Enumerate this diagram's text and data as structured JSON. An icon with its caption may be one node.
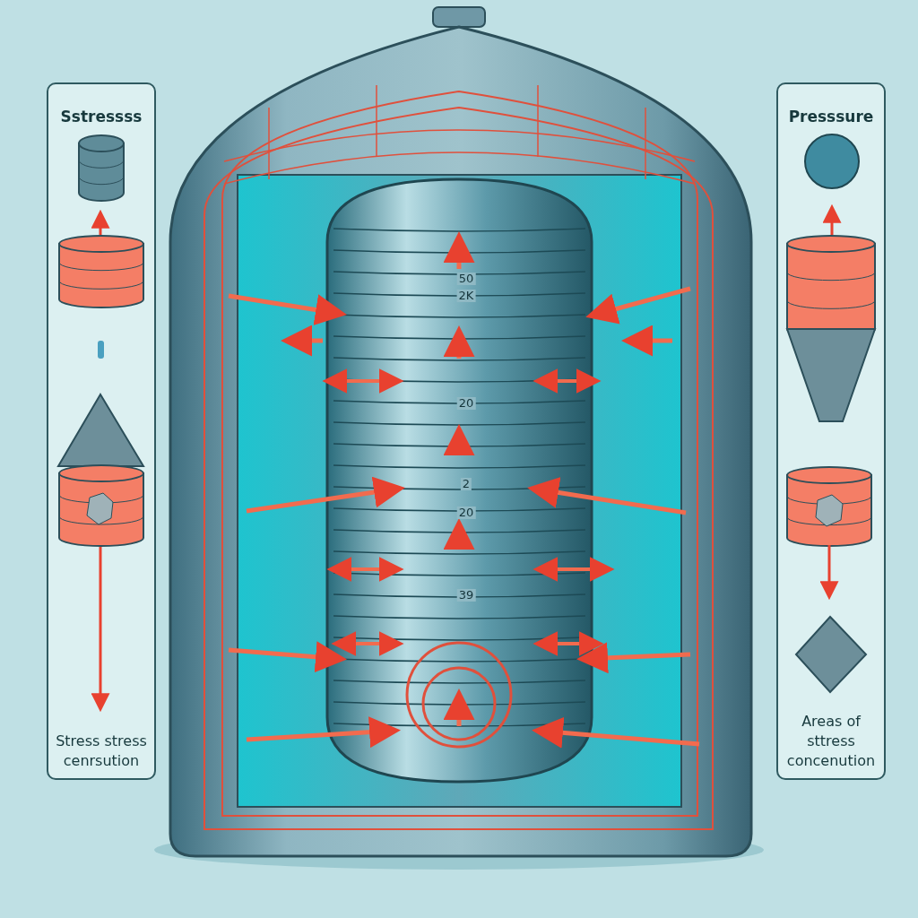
{
  "diagram": {
    "nodes": [
      {
        "text": [
          "Sstressss",
          "Stress stress cenrsution"
        ]
      },
      {
        "text": [
          "Presssure",
          "Areas of sttress concenution"
        ]
      }
    ],
    "labels": [
      "50",
      "2K",
      "20",
      "2",
      "20",
      "39"
    ]
  }
}
